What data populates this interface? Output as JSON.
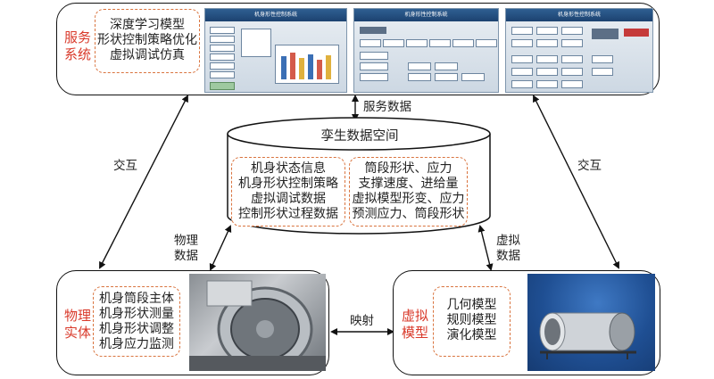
{
  "service_system": {
    "label_line1": "服务",
    "label_line2": "系统",
    "items": [
      "深度学习模型",
      "形状控制策略优化",
      "虚拟调试仿真"
    ],
    "screens": [
      {
        "title": "机身形性控制系统"
      },
      {
        "title": "机身形性控制系统"
      },
      {
        "title": "机身形性控制系统"
      }
    ]
  },
  "twin_data_space": {
    "title": "孪生数据空间",
    "left_items": [
      "机身状态信息",
      "机身形状控制策略",
      "虚拟调试数据",
      "控制形状过程数据"
    ],
    "right_items": [
      "筒段形状、应力",
      "支撑速度、进给量",
      "虚拟模型形变、应力",
      "预测应力、筒段形状"
    ]
  },
  "physical_entity": {
    "label_line1": "物理",
    "label_line2": "实体",
    "items": [
      "机身筒段主体",
      "机身形状测量",
      "机身形状调整",
      "机身应力监测"
    ]
  },
  "virtual_model": {
    "label_line1": "虚拟",
    "label_line2": "模型",
    "items": [
      "几何模型",
      "规则模型",
      "演化模型"
    ]
  },
  "connectors": {
    "service_data": "服务数据",
    "interact_left": "交互",
    "interact_right": "交互",
    "physical_data_line1": "物理",
    "physical_data_line2": "数据",
    "virtual_data_line1": "虚拟",
    "virtual_data_line2": "数据",
    "mapping": "映射"
  },
  "colors": {
    "label_red": "#d93a2b",
    "dash_orange": "#d9743f",
    "border": "#111111",
    "ui_blue": "#1c4270"
  }
}
